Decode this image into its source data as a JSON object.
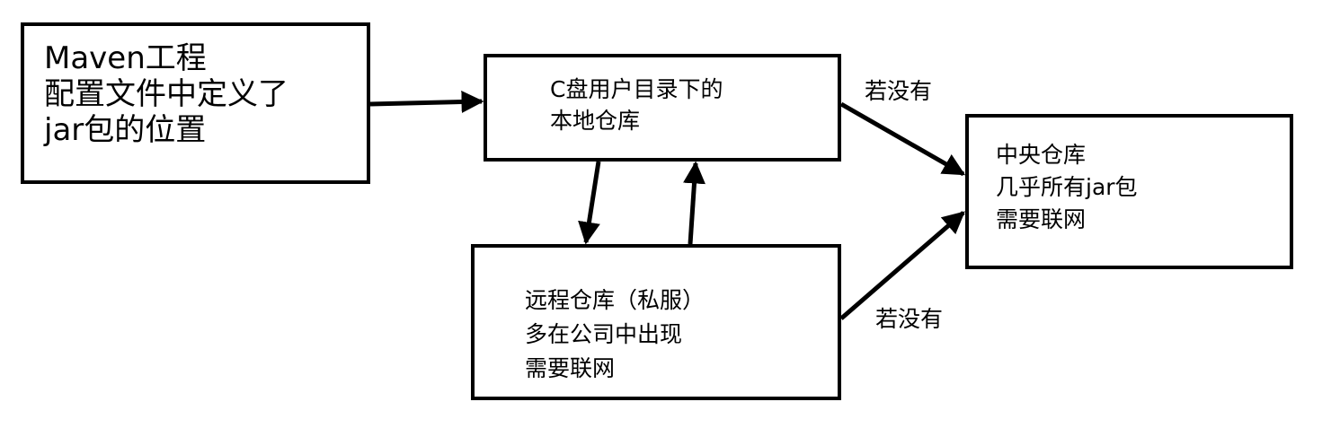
{
  "nodes": {
    "maven_project": {
      "lines": [
        "Maven工程",
        "配置文件中定义了",
        "jar包的位置"
      ]
    },
    "local_repository": {
      "lines": [
        "C盘用户目录下的",
        "本地仓库"
      ]
    },
    "central_repository": {
      "lines": [
        "中央仓库",
        "几乎所有jar包",
        "需要联网"
      ]
    },
    "remote_repository": {
      "lines": [
        "远程仓库（私服）",
        "多在公司中出现",
        "需要联网"
      ]
    }
  },
  "edges": {
    "local_to_central_label": "若没有",
    "remote_to_central_label": "若没有"
  },
  "colors": {
    "stroke": "#000000",
    "background": "#ffffff"
  }
}
